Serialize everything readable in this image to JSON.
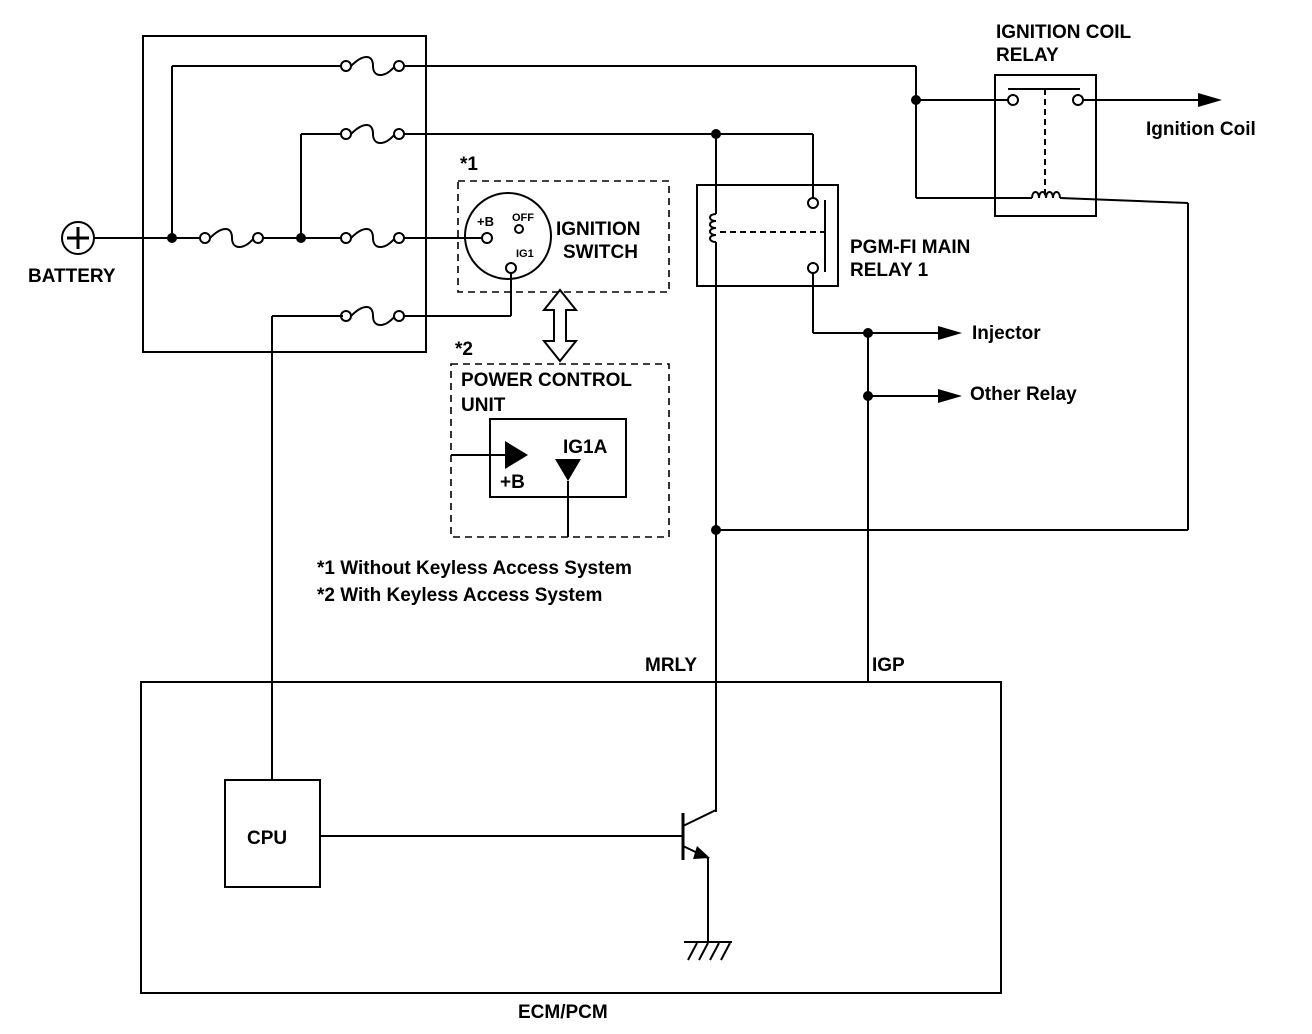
{
  "labels": {
    "battery": "BATTERY",
    "ignition_coil_relay_line1": "IGNITION COIL",
    "ignition_coil_relay_line2": "RELAY",
    "ignition_coil": "Ignition Coil",
    "note1_marker": "*1",
    "note2_marker": "*2",
    "ignition_switch_line1": "IGNITION",
    "ignition_switch_line2": "SWITCH",
    "switch_plus_b": "+B",
    "switch_off": "OFF",
    "switch_ig1": "IG1",
    "pgm_fi_line1": "PGM-FI MAIN",
    "pgm_fi_line2": "RELAY 1",
    "injector": "Injector",
    "other_relay": "Other Relay",
    "power_control_line1": "POWER CONTROL",
    "power_control_line2": "UNIT",
    "ig1a": "IG1A",
    "pcu_plus_b": "+B",
    "footnote1": "*1 Without Keyless Access System",
    "footnote2": "*2 With Keyless Access System",
    "mrly": "MRLY",
    "igp": "IGP",
    "cpu": "CPU",
    "ecm_pcm": "ECM/PCM"
  }
}
